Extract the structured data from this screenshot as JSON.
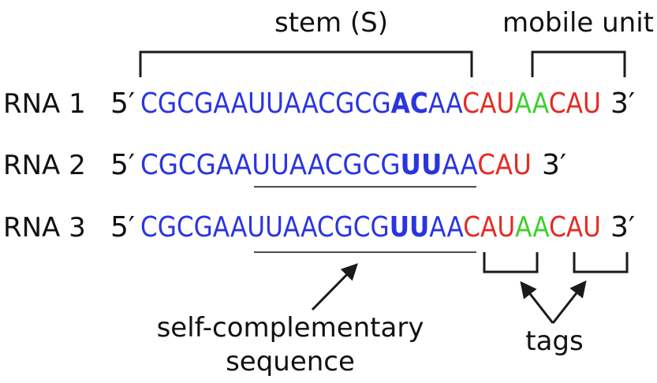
{
  "colors": {
    "stem": "#2a35e0",
    "tag": "#e42b24",
    "mobile": "#3ecf2e",
    "text": "#111111"
  },
  "labels": {
    "stem": "stem (S)",
    "mobile_unit": "mobile unit",
    "self_comp_line1": "self-complementary",
    "self_comp_line2": "sequence",
    "tags": "tags"
  },
  "rows": [
    {
      "name": "RNA 1",
      "five_prime": "5′",
      "three_prime": "3′",
      "segments": [
        {
          "text": "CGCGAAUUAACGCG",
          "color": "stem",
          "bold": false
        },
        {
          "text": "AC",
          "color": "stem",
          "bold": true
        },
        {
          "text": "AA",
          "color": "stem",
          "bold": false
        },
        {
          "text": "CAU",
          "color": "tag",
          "bold": false
        },
        {
          "text": "AA",
          "color": "mobile",
          "bold": false
        },
        {
          "text": "CAU",
          "color": "tag",
          "bold": false
        }
      ]
    },
    {
      "name": "RNA 2",
      "five_prime": "5′",
      "three_prime": "3′",
      "segments": [
        {
          "text": "CGCGAAUUAACGCG",
          "color": "stem",
          "bold": false
        },
        {
          "text": "UU",
          "color": "stem",
          "bold": true
        },
        {
          "text": "AA",
          "color": "stem",
          "bold": false
        },
        {
          "text": "CAU",
          "color": "tag",
          "bold": false
        }
      ]
    },
    {
      "name": "RNA 3",
      "five_prime": "5′",
      "three_prime": "3′",
      "segments": [
        {
          "text": "CGCGAAUUAACGCG",
          "color": "stem",
          "bold": false
        },
        {
          "text": "UU",
          "color": "stem",
          "bold": true
        },
        {
          "text": "AA",
          "color": "stem",
          "bold": false
        },
        {
          "text": "CAU",
          "color": "tag",
          "bold": false
        },
        {
          "text": "AA",
          "color": "mobile",
          "bold": false
        },
        {
          "text": "CAU",
          "color": "tag",
          "bold": false
        }
      ]
    }
  ]
}
